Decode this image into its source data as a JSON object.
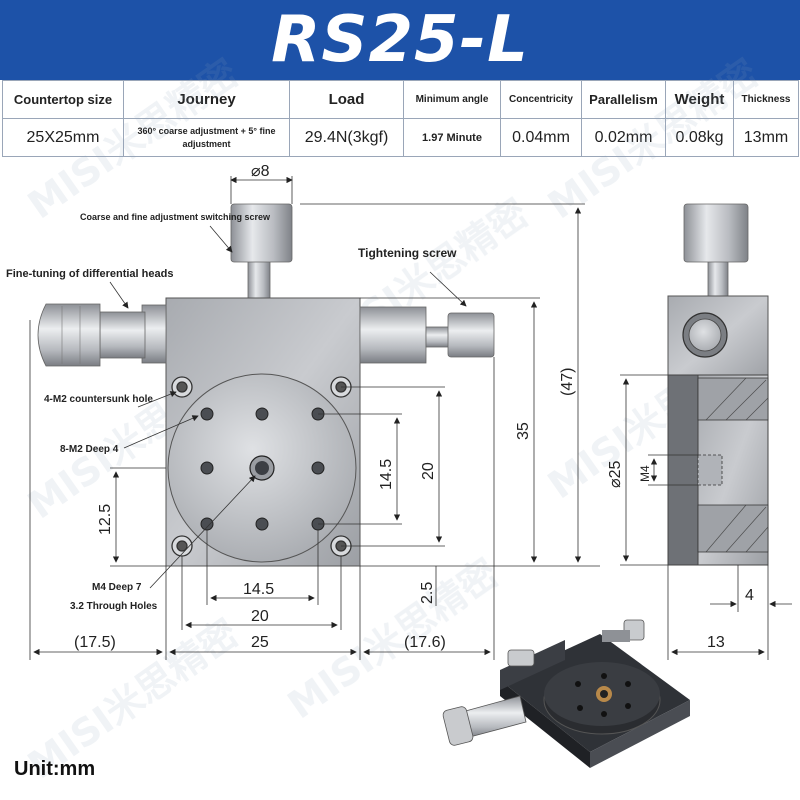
{
  "title": "RS25-L",
  "specs": {
    "headers": [
      "Countertop size",
      "Journey",
      "Load",
      "Minimum angle",
      "Concentricity",
      "Parallelism",
      "Weight",
      "Thickness"
    ],
    "values": [
      "25X25mm",
      "360° coarse adjustment + 5° fine adjustment",
      "29.4N(3kgf)",
      "1.97 Minute",
      "0.04mm",
      "0.02mm",
      "0.08kg",
      "13mm"
    ]
  },
  "annotations": {
    "switching_screw": "Coarse and fine adjustment switching screw",
    "fine_tuning": "Fine-tuning of differential heads",
    "tightening": "Tightening screw",
    "countersunk": "4-M2 countersunk hole",
    "m2_deep": "8-M2 Deep 4",
    "m4_deep": "M4 Deep 7",
    "through_holes": "3.2 Through Holes"
  },
  "dimensions": {
    "knob_dia": "⌀8",
    "total_height": "(47)",
    "height_35": "35",
    "hole_14_5_v": "14.5",
    "hole_20_v": "20",
    "offset_12_5": "12.5",
    "offset_2_5": "2.5",
    "hole_14_5_h": "14.5",
    "hole_20_h": "20",
    "width_25": "25",
    "left_17_5": "(17.5)",
    "right_17_6": "(17.6)",
    "side_dia_25": "⌀25",
    "side_m4": "M4",
    "side_4": "4",
    "side_13": "13"
  },
  "unit": "Unit:mm",
  "watermark": "MISI米思精密",
  "colors": {
    "header_bg": "#1d52a8",
    "metal": "#b7babf",
    "dark_metal": "#3a3d42"
  }
}
